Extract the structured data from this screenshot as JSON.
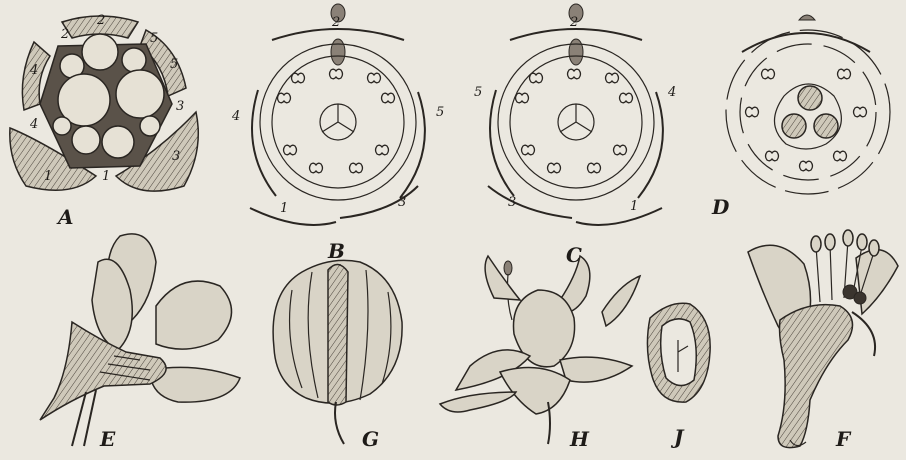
{
  "figures": [
    {
      "id": "A",
      "label": "A",
      "numbers": [
        "1",
        "1",
        "2",
        "2",
        "3",
        "3",
        "4",
        "4",
        "5",
        "5"
      ]
    },
    {
      "id": "B",
      "label": "B",
      "numbers": [
        "1",
        "2",
        "3",
        "4",
        "5"
      ]
    },
    {
      "id": "C",
      "label": "C",
      "numbers": [
        "1",
        "2",
        "3",
        "4",
        "5"
      ]
    },
    {
      "id": "D",
      "label": "D"
    },
    {
      "id": "E",
      "label": "E"
    },
    {
      "id": "G",
      "label": "G"
    },
    {
      "id": "H",
      "label": "H"
    },
    {
      "id": "J",
      "label": "J"
    },
    {
      "id": "F",
      "label": "F"
    }
  ]
}
